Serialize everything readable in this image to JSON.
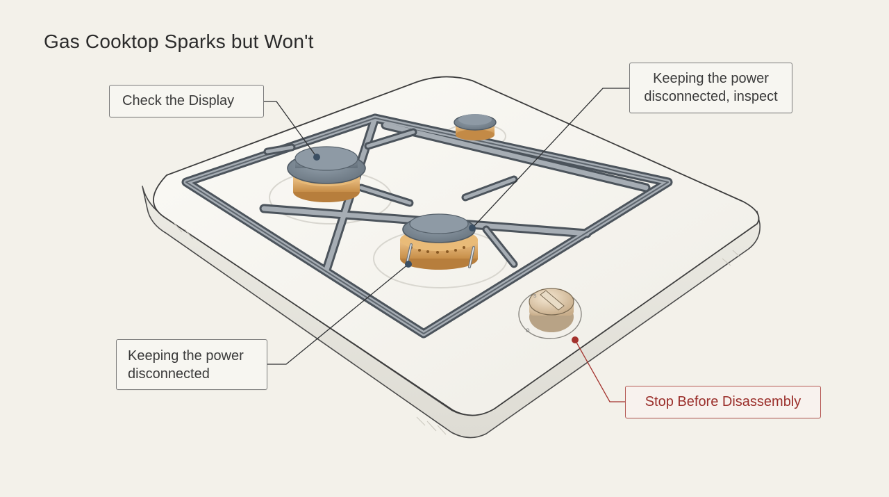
{
  "title": "Gas Cooktop Sparks but Won't",
  "callouts": {
    "check_display": "Check the Display",
    "inspect_line1": "Keeping the power",
    "inspect_line2": "disconnected, inspect",
    "power_line1": "Keeping the power",
    "power_line2": "disconnected",
    "stop": "Stop Before Disassembly"
  },
  "colors": {
    "background": "#f3f1ea",
    "grate": "#6b737c",
    "burner_cap": "#7f8b96",
    "burner_brass": "#d9a865",
    "warning": "#a3322d",
    "leader": "#2f3133"
  },
  "icons": {
    "control_knob": "knob-icon",
    "ignition_electrode": "igniter-icon"
  }
}
